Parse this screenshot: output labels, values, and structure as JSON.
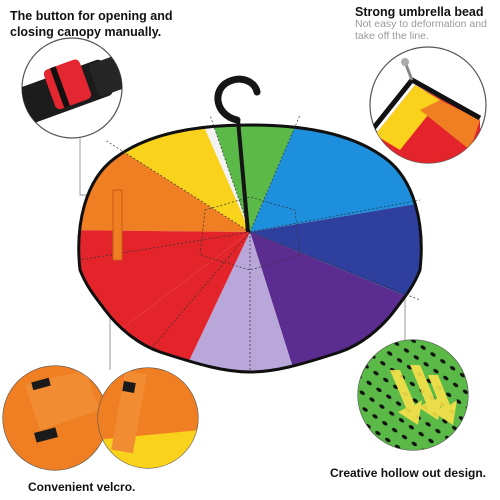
{
  "callouts": {
    "top_left": {
      "lines": [
        "The button for opening and",
        "closing canopy manually."
      ]
    },
    "top_right": {
      "title": "Strong umbrella bead",
      "subtitle": "Not easy to deformation and take off the line."
    },
    "bottom_left": {
      "title": "Convenient velcro."
    },
    "bottom_right": {
      "title": "Creative hollow out design."
    }
  },
  "colors": {
    "red": "#e4242b",
    "orange": "#ef7f22",
    "yellow": "#f9d21c",
    "green": "#5ab947",
    "blue": "#1d8fdc",
    "purple": "#5b2d90",
    "lavender": "#b9a7da",
    "black": "#101010"
  }
}
